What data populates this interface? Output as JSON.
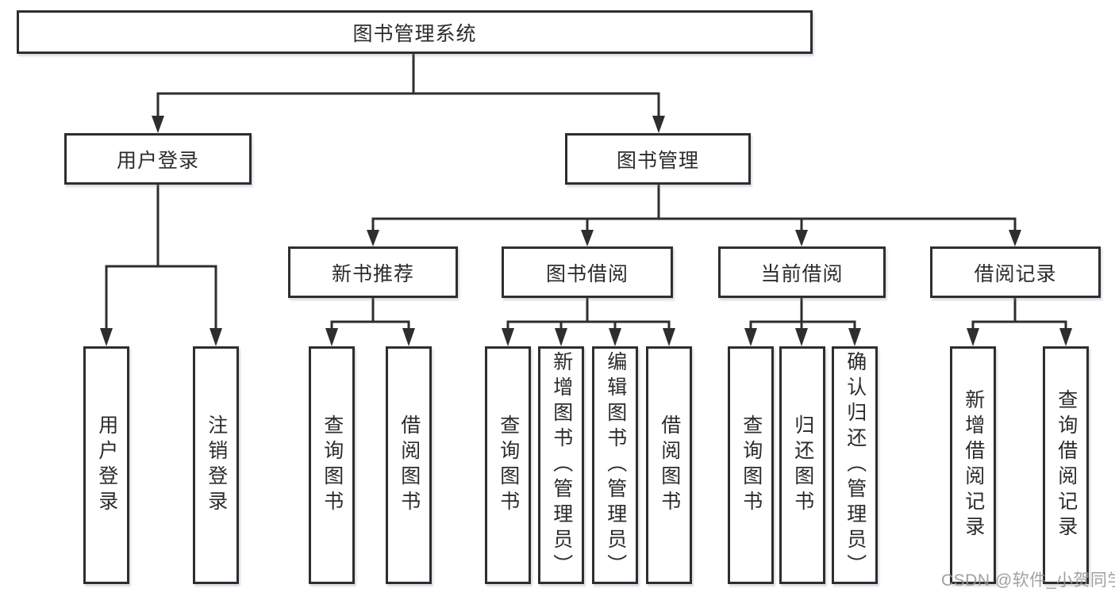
{
  "root": {
    "label": "图书管理系统"
  },
  "level2": {
    "user_login": {
      "label": "用户登录"
    },
    "book_management": {
      "label": "图书管理"
    }
  },
  "level3": {
    "new_books": {
      "label": "新书推荐"
    },
    "book_borrow": {
      "label": "图书借阅"
    },
    "current_borrow": {
      "label": "当前借阅"
    },
    "borrow_records": {
      "label": "借阅记录"
    }
  },
  "leaves": {
    "user_login": [
      "用户登录",
      "注销登录"
    ],
    "new_books": [
      "查询图书",
      "借阅图书"
    ],
    "book_borrow": [
      "查询图书",
      "新增图书（管理员）",
      "编辑图书（管理员）",
      "借阅图书"
    ],
    "current_borrow": [
      "查询图书",
      "归还图书",
      "确认归还（管理员）"
    ],
    "borrow_records": [
      "新增借阅记录",
      "查询借阅记录"
    ]
  },
  "watermark": {
    "text": "CSDN @软件_小贺同学"
  },
  "colors": {
    "line": "#2e2e2e",
    "box_border": "#2e2e2e",
    "box_fill": "#ffffff",
    "text": "#2b2b2b",
    "watermark": "#969696"
  }
}
